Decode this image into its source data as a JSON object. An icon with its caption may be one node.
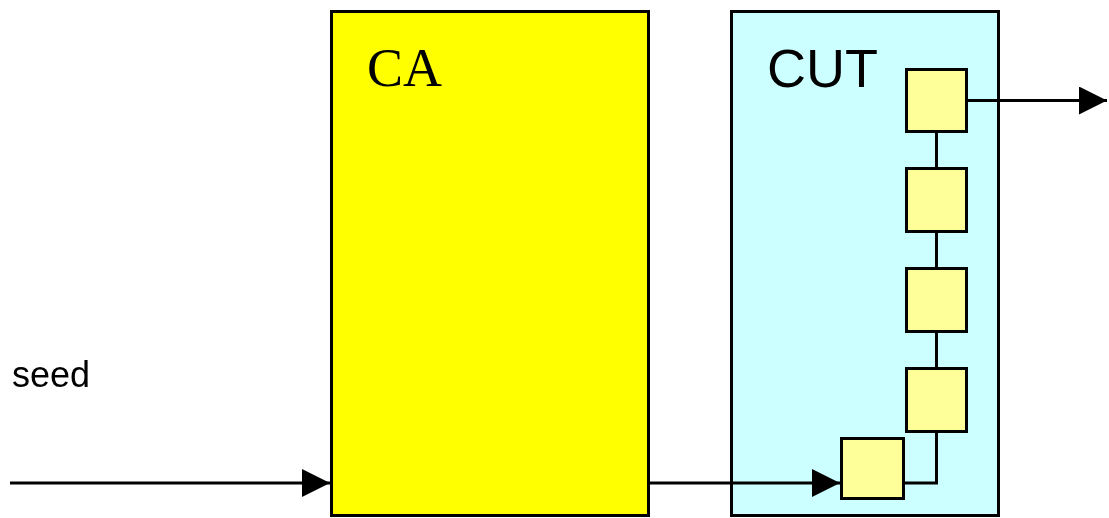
{
  "diagram": {
    "nodes": [
      {
        "text": [
          "CA"
        ]
      },
      {
        "text": [
          "CUT"
        ]
      },
      {
        "text": [],
        "shape": "box",
        "in": 1
      },
      {
        "text": [],
        "shape": "box",
        "in": 1
      },
      {
        "text": [],
        "shape": "box",
        "in": 1
      },
      {
        "text": [],
        "shape": "box",
        "in": 1
      },
      {
        "text": [],
        "shape": "box",
        "in": 1
      }
    ],
    "edges": [
      {
        "from": null,
        "to": 0,
        "arrow": "to"
      },
      {
        "from": 0,
        "to": 6,
        "arrow": "to"
      },
      {
        "from": 2,
        "to": null,
        "arrow": "to"
      },
      {
        "from": 2,
        "to": 3,
        "arrow": "none"
      },
      {
        "from": 3,
        "to": 4,
        "arrow": "none"
      },
      {
        "from": 4,
        "to": 5,
        "arrow": "none"
      },
      {
        "from": 5,
        "to": 6,
        "arrow": "none"
      }
    ],
    "labels": [
      "seed"
    ]
  }
}
